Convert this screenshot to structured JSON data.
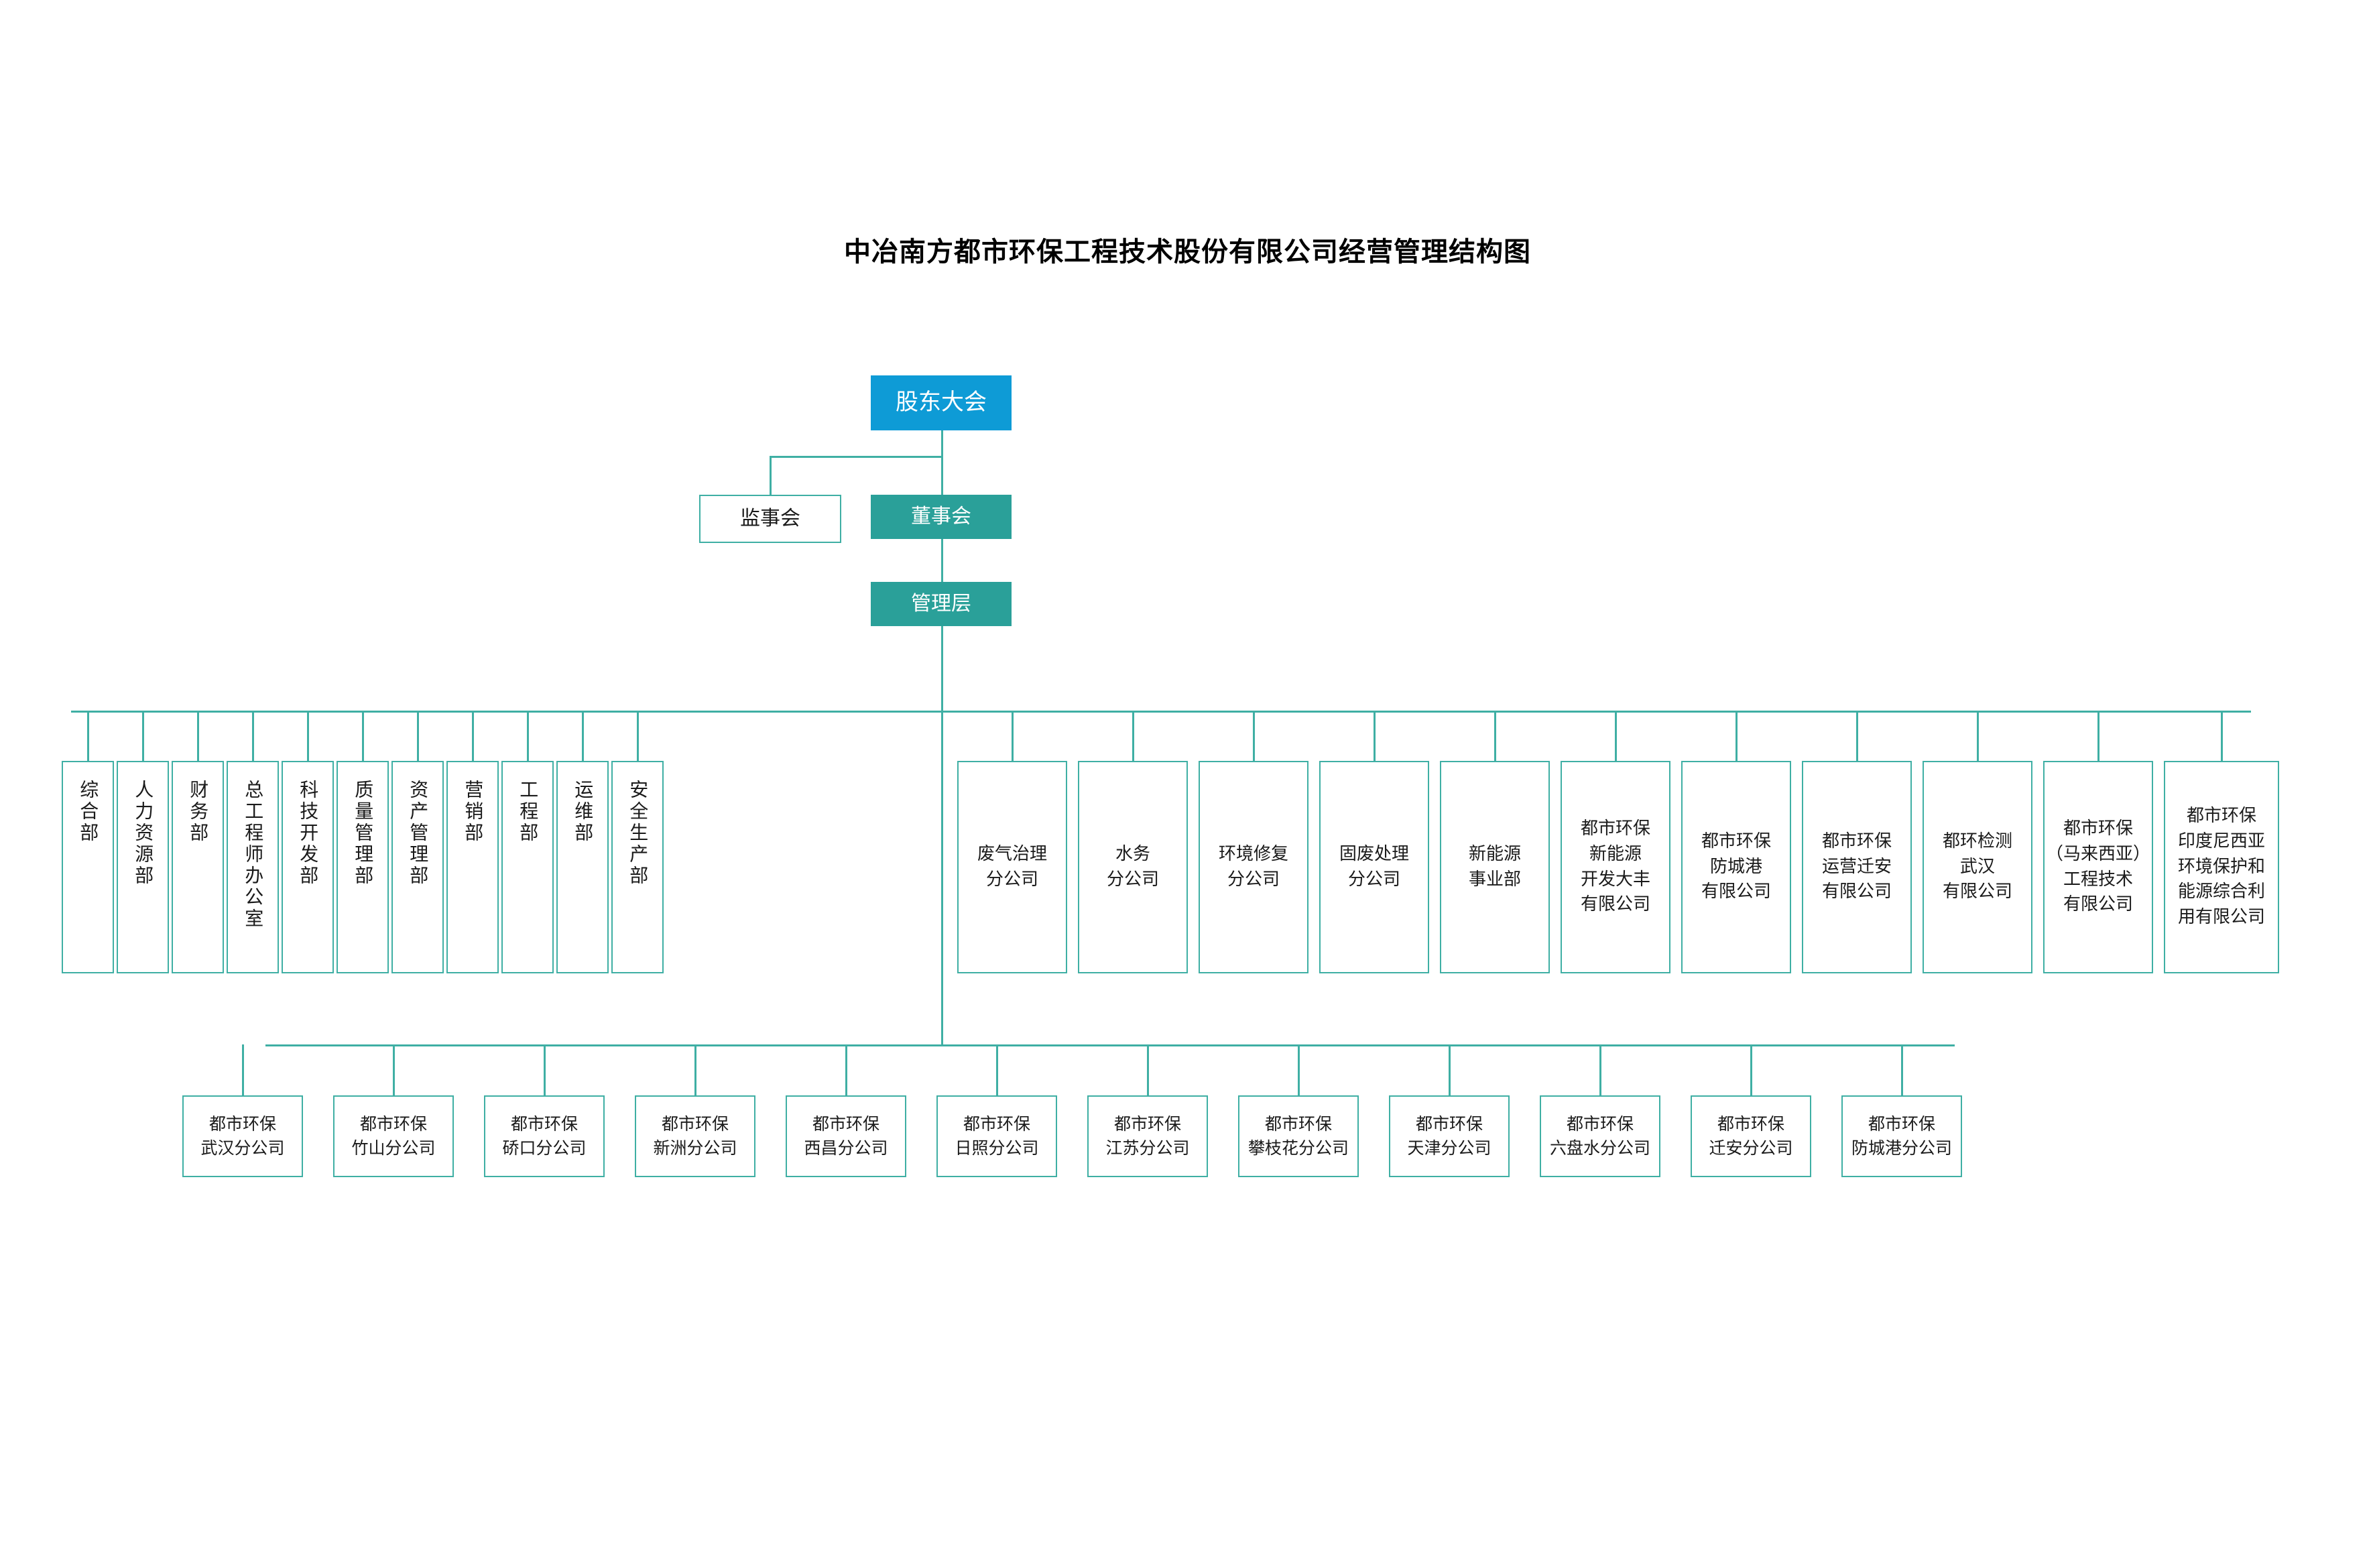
{
  "title": "中冶南方都市环保工程技术股份有限公司经营管理结构图",
  "colors": {
    "blue": "#0E9BD6",
    "teal": "#2AA099",
    "line": "#3FAFA4",
    "box_border": "#3FAFA4",
    "text": "#1a1a1a",
    "background": "#ffffff"
  },
  "top": {
    "shareholders": "股东大会",
    "supervisory_board": "监事会",
    "board_of_directors": "董事会",
    "management": "管理层"
  },
  "departments": [
    {
      "label": "综合部",
      "orientation": "vertical"
    },
    {
      "label": "人力资源部",
      "orientation": "vertical"
    },
    {
      "label": "财务部",
      "orientation": "vertical"
    },
    {
      "label": "总工程师办公室",
      "orientation": "vertical"
    },
    {
      "label": "科技开发部",
      "orientation": "vertical"
    },
    {
      "label": "质量管理部",
      "orientation": "vertical"
    },
    {
      "label": "资产管理部",
      "orientation": "vertical"
    },
    {
      "label": "营销部",
      "orientation": "vertical"
    },
    {
      "label": "工程部",
      "orientation": "vertical"
    },
    {
      "label": "运维部",
      "orientation": "vertical"
    },
    {
      "label": "安全生产部",
      "orientation": "vertical"
    },
    {
      "label": "废气治理\n分公司",
      "orientation": "horizontal"
    },
    {
      "label": "水务\n分公司",
      "orientation": "horizontal"
    },
    {
      "label": "环境修复\n分公司",
      "orientation": "horizontal"
    },
    {
      "label": "固废处理\n分公司",
      "orientation": "horizontal"
    },
    {
      "label": "新能源\n事业部",
      "orientation": "horizontal"
    },
    {
      "label": "都市环保\n新能源\n开发大丰\n有限公司",
      "orientation": "horizontal"
    },
    {
      "label": "都市环保\n防城港\n有限公司",
      "orientation": "horizontal"
    },
    {
      "label": "都市环保\n运营迁安\n有限公司",
      "orientation": "horizontal"
    },
    {
      "label": "都环检测\n武汉\n有限公司",
      "orientation": "horizontal"
    },
    {
      "label": "都市环保\n（马来西亚）\n工程技术\n有限公司",
      "orientation": "horizontal"
    },
    {
      "label": "都市环保\n印度尼西亚\n环境保护和\n能源综合利\n用有限公司",
      "orientation": "horizontal"
    }
  ],
  "branches": [
    {
      "label": "都市环保\n武汉分公司"
    },
    {
      "label": "都市环保\n竹山分公司"
    },
    {
      "label": "都市环保\n硚口分公司"
    },
    {
      "label": "都市环保\n新洲分公司"
    },
    {
      "label": "都市环保\n西昌分公司"
    },
    {
      "label": "都市环保\n日照分公司"
    },
    {
      "label": "都市环保\n江苏分公司"
    },
    {
      "label": "都市环保\n攀枝花分公司"
    },
    {
      "label": "都市环保\n天津分公司"
    },
    {
      "label": "都市环保\n六盘水分公司"
    },
    {
      "label": "都市环保\n迁安分公司"
    },
    {
      "label": "都市环保\n防城港分公司"
    }
  ]
}
